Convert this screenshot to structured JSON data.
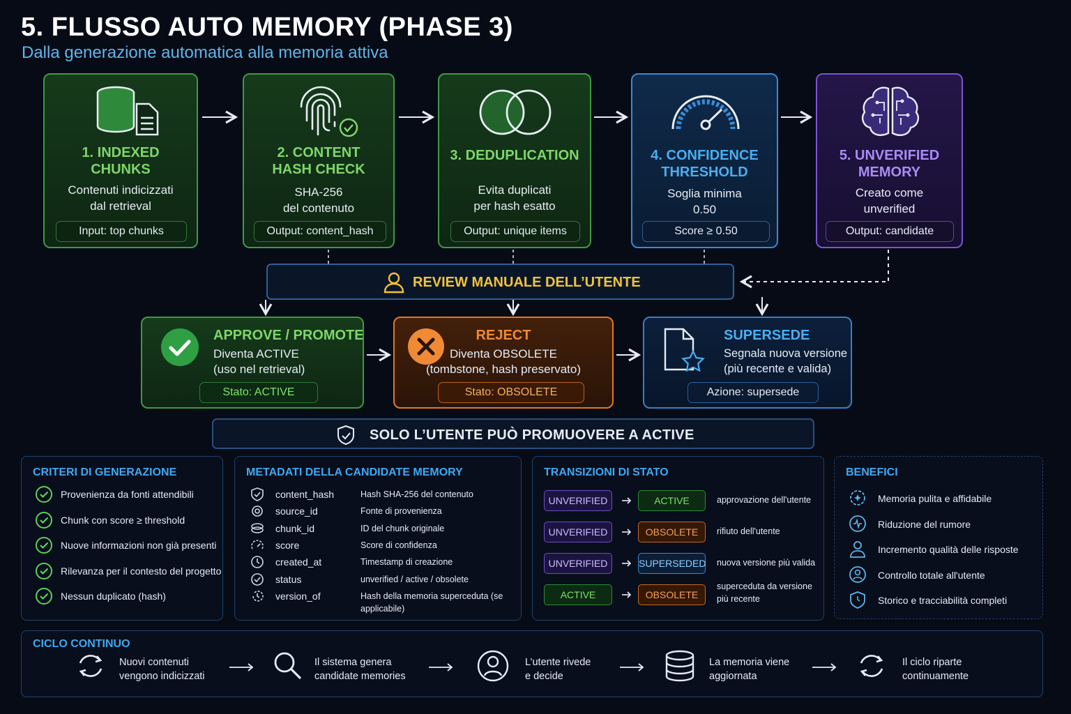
{
  "header": {
    "title": "5. FLUSSO AUTO MEMORY (PHASE 3)",
    "subtitle": "Dalla generazione automatica alla memoria attiva"
  },
  "steps": [
    {
      "title_l1": "1. INDEXED",
      "title_l2": "CHUNKS",
      "desc_l1": "Contenuti indicizzati",
      "desc_l2": "dal retrieval",
      "pill": "Input: top chunks",
      "icon": "database-document-icon",
      "color": "#7fd66b"
    },
    {
      "title_l1": "2. CONTENT",
      "title_l2": "HASH CHECK",
      "desc_l1": "SHA-256",
      "desc_l2": "del contenuto",
      "pill": "Output: content_hash",
      "icon": "fingerprint-check-icon",
      "color": "#7fd66b"
    },
    {
      "title_l1": "3. DEDUPLICATION",
      "title_l2": "",
      "desc_l1": "Evita duplicati",
      "desc_l2": "per hash esatto",
      "pill": "Output: unique items",
      "icon": "overlapping-circles-icon",
      "color": "#7fd66b"
    },
    {
      "title_l1": "4. CONFIDENCE",
      "title_l2": "THRESHOLD",
      "desc_l1": "Soglia minima",
      "desc_l2": "0.50",
      "pill": "Score ≥ 0.50",
      "icon": "gauge-icon",
      "color": "#4aaef0"
    },
    {
      "title_l1": "5. UNVERIFIED",
      "title_l2": "MEMORY",
      "desc_l1": "Creato come",
      "desc_l2": "unverified",
      "pill": "Output: candidate",
      "icon": "brain-circuit-icon",
      "color": "#a98cf5"
    }
  ],
  "review": {
    "label": "REVIEW MANUALE DELL’UTENTE",
    "icon": "user-icon",
    "color": "#f3c33a"
  },
  "outcomes": [
    {
      "title": "APPROVE / PROMOTE",
      "desc_l1": "Diventa ACTIVE",
      "desc_l2": "(uso nel retrieval)",
      "pill": "Stato: ACTIVE",
      "icon": "check-circle-icon",
      "color": "#7fd66b"
    },
    {
      "title": "REJECT",
      "desc_l1": "Diventa OBSOLETE",
      "desc_l2": "(tombstone, hash preservato)",
      "pill": "Stato: OBSOLETE",
      "icon": "x-circle-icon",
      "color": "#f08a35"
    },
    {
      "title": "SUPERSEDE",
      "desc_l1": "Segnala nuova versione",
      "desc_l2": "(più recente e valida)",
      "pill": "Azione: supersede",
      "icon": "document-star-icon",
      "color": "#4aaef0"
    }
  ],
  "rule_bar": {
    "label": "SOLO L’UTENTE PUÒ PROMUOVERE A ACTIVE",
    "icon": "shield-icon"
  },
  "criteria": {
    "title": "CRITERI DI GENERAZIONE",
    "items": [
      "Provenienza da fonti attendibili",
      "Chunk con score ≥ threshold",
      "Nuove informazioni non già presenti",
      "Rilevanza per il contesto del progetto",
      "Nessun duplicato (hash)"
    ]
  },
  "metadata": {
    "title": "METADATI DELLA CANDIDATE MEMORY",
    "rows": [
      {
        "field": "content_hash",
        "desc": "Hash SHA-256 del contenuto",
        "desc2": ""
      },
      {
        "field": "source_id",
        "desc": "Fonte di provenienza",
        "desc2": ""
      },
      {
        "field": "chunk_id",
        "desc": "ID del chunk originale",
        "desc2": ""
      },
      {
        "field": "score",
        "desc": "Score di confidenza",
        "desc2": ""
      },
      {
        "field": "created_at",
        "desc": "Timestamp di creazione",
        "desc2": ""
      },
      {
        "field": "status",
        "desc": "unverified / active / obsolete",
        "desc2": ""
      },
      {
        "field": "version_of",
        "desc": "Hash della memoria superceduta (se",
        "desc2": "applicabile)"
      }
    ]
  },
  "transitions": {
    "title": "TRANSIZIONI DI STATO",
    "rows": [
      {
        "from": "UNVERIFIED",
        "to": "ACTIVE",
        "note": "approvazione dell'utente",
        "note2": ""
      },
      {
        "from": "UNVERIFIED",
        "to": "OBSOLETE",
        "note": "rifiuto dell'utente",
        "note2": ""
      },
      {
        "from": "UNVERIFIED",
        "to": "SUPERSEDED",
        "note": "nuova versione più valida",
        "note2": ""
      },
      {
        "from": "ACTIVE",
        "to": "OBSOLETE",
        "note": "superceduta da versione",
        "note2": "più recente"
      }
    ]
  },
  "benefits": {
    "title": "BENEFICI",
    "items": [
      "Memoria pulita e affidabile",
      "Riduzione del rumore",
      "Incremento qualità delle risposte",
      "Controllo totale all'utente",
      "Storico e tracciabilità completi"
    ]
  },
  "cycle": {
    "title": "CICLO CONTINUO",
    "steps": [
      {
        "l1": "Nuovi contenuti",
        "l2": "vengono indicizzati",
        "icon": "refresh-icon"
      },
      {
        "l1": "Il sistema genera",
        "l2": "candidate memories",
        "icon": "search-icon"
      },
      {
        "l1": "L’utente rivede",
        "l2": "e decide",
        "icon": "user-circle-icon"
      },
      {
        "l1": "La memoria viene",
        "l2": "aggiornata",
        "icon": "database-icon"
      },
      {
        "l1": "Il ciclo riparte",
        "l2": "continuamente",
        "icon": "refresh-icon"
      }
    ]
  }
}
